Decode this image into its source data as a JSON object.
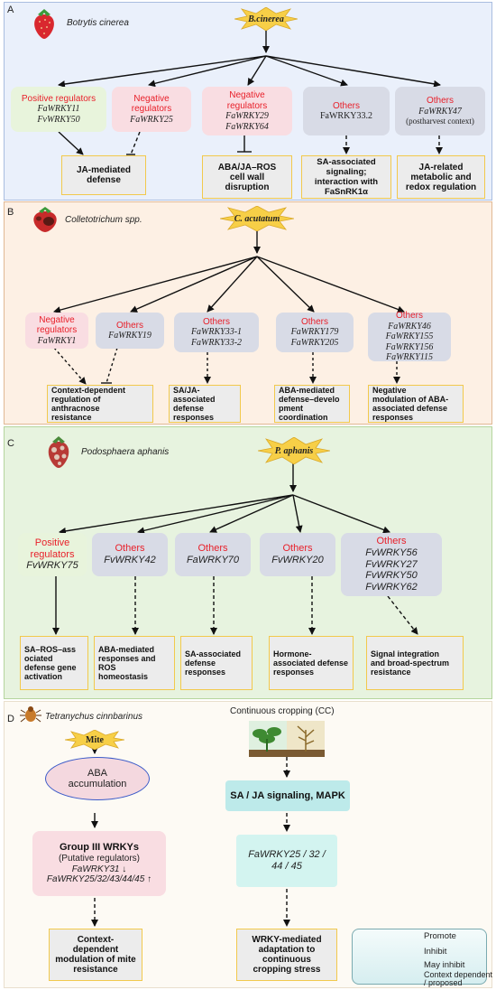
{
  "panelA": {
    "label": "A",
    "organism": "Botrytis cinerea",
    "pathogen": "B.cinerea",
    "reg1": {
      "cat": "Positive regulators",
      "g1": "FaWRKY11",
      "g2": "FvWRKY50"
    },
    "reg2": {
      "cat1": "Negative",
      "cat2": "regulators",
      "g1": "FaWRKY25"
    },
    "reg3": {
      "cat1": "Negative",
      "cat2": "regulators",
      "g1": "FaWRKY29",
      "g2": "FaWRKY64"
    },
    "reg4": {
      "cat": "Others",
      "g1": "FaWRKY33.2"
    },
    "reg5": {
      "cat": "Others",
      "g1": "FaWRKY47",
      "note": "(postharvest context)"
    },
    "out1": [
      "JA-mediated",
      "defense"
    ],
    "out2": [
      "ABA/JA–ROS",
      "cell wall",
      "disruption"
    ],
    "out3": [
      "SA-associated",
      "signaling;",
      "interaction with",
      "FaSnRK1α"
    ],
    "out4": [
      "JA-related",
      "metabolic and",
      "redox regulation"
    ]
  },
  "panelB": {
    "label": "B",
    "organism": "Colletotrichum spp.",
    "pathogen": "C. acutatum",
    "reg1": {
      "cat1": "Negative",
      "cat2": "regulators",
      "g1": "FaWRKY1"
    },
    "reg2": {
      "cat": "Others",
      "g1": "FaWRKY19"
    },
    "reg3": {
      "cat": "Others",
      "g1": "FaWRKY33-1",
      "g2": "FaWRKY33-2"
    },
    "reg4": {
      "cat": "Others",
      "g1": "FaWRKY179",
      "g2": "FaWRKY205"
    },
    "reg5": {
      "cat": "Others",
      "g1": "FaWRKY46",
      "g2": "FaWRKY155",
      "g3": "FaWRKY156",
      "g4": "FaWRKY115"
    },
    "out1": [
      "Context-dependent",
      "regulation of",
      "anthracnose",
      "resistance"
    ],
    "out2": [
      "SA/JA-",
      "associated",
      "defense",
      "responses"
    ],
    "out3": [
      "ABA-mediated",
      "defense–develo",
      "pment",
      "coordination"
    ],
    "out4": [
      "Negative",
      "modulation of ABA-",
      "associated defense",
      "responses"
    ]
  },
  "panelC": {
    "label": "C",
    "organism": "Podosphaera aphanis",
    "pathogen": "P. aphanis",
    "reg1": {
      "cat1": "Positive",
      "cat2": "regulators",
      "g1": "FvWRKY75"
    },
    "reg2": {
      "cat": "Others",
      "g1": "FvWRKY42"
    },
    "reg3": {
      "cat": "Others",
      "g1": "FaWRKY70"
    },
    "reg4": {
      "cat": "Others",
      "g1": "FvWRKY20"
    },
    "reg5": {
      "cat": "Others",
      "g1": "FvWRKY56",
      "g2": "FvWRKY27",
      "g3": "FvWRKY50",
      "g4": "FvWRKY62"
    },
    "out1": [
      "SA–ROS–ass",
      "ociated",
      "defense gene",
      "activation"
    ],
    "out2": [
      "ABA-mediated",
      "responses and",
      "ROS",
      "homeostasis"
    ],
    "out3": [
      "SA-associated",
      "defense",
      "responses"
    ],
    "out4": [
      "Hormone-",
      "associated defense",
      "responses"
    ],
    "out5": [
      "Signal integration",
      "and broad-spectrum",
      "resistance"
    ]
  },
  "panelD": {
    "label": "D",
    "organism": "Tetranychus cinnbarinus",
    "mite": "Mite",
    "aba": [
      "ABA",
      "accumulation"
    ],
    "group": {
      "title": "Group III WRKYs",
      "sub": "(Putative regulators)",
      "g1": "FaWRKY31 ↓",
      "g2": "FaWRKY25/32/43/44/45 ↑"
    },
    "out1": [
      "Context-",
      "dependent",
      "modulation of mite",
      "resistance"
    ],
    "cc": "Continuous cropping (CC)",
    "signal": "SA / JA signaling, MAPK",
    "genes": [
      "FaWRKY25 / 32 /",
      "44 / 45"
    ],
    "out2": [
      "WRKY-mediated",
      "adaptation to",
      "continuous",
      "cropping stress"
    ]
  },
  "legend": {
    "promote": "Promote",
    "inhibit": "Inhibit",
    "may": "May inhibit",
    "context1": "Context dependent",
    "context2": "/ proposed"
  }
}
